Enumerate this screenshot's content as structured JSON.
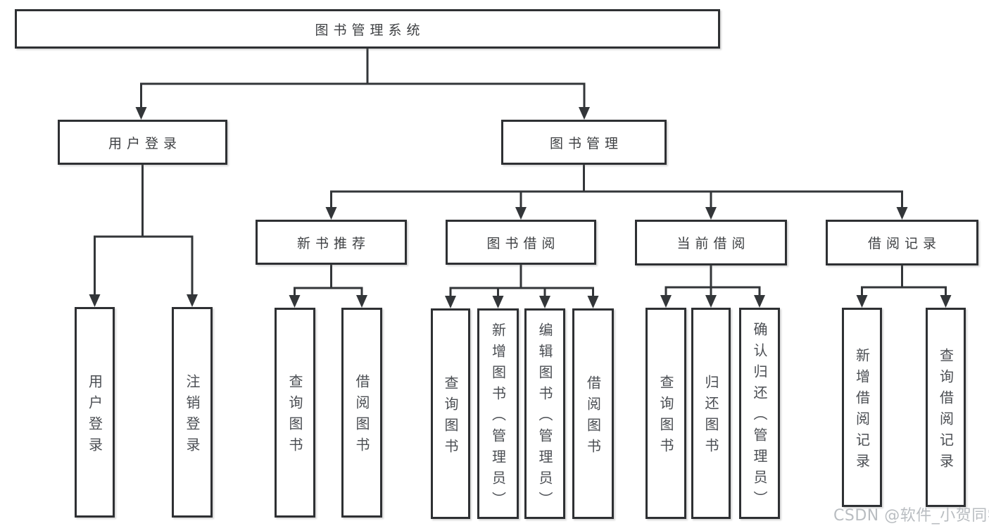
{
  "diagram": {
    "root": {
      "label": "图书管理系统"
    },
    "branches": [
      {
        "label": "用户登录",
        "children": [
          {
            "label": "用户登录"
          },
          {
            "label": "注销登录"
          }
        ]
      },
      {
        "label": "图书管理",
        "children": [
          {
            "label": "新书推荐",
            "children": [
              {
                "label": "查询图书"
              },
              {
                "label": "借阅图书"
              }
            ]
          },
          {
            "label": "图书借阅",
            "children": [
              {
                "label": "查询图书"
              },
              {
                "label": "新增图书（管理员）"
              },
              {
                "label": "编辑图书（管理员）"
              },
              {
                "label": "借阅图书"
              }
            ]
          },
          {
            "label": "当前借阅",
            "children": [
              {
                "label": "查询图书"
              },
              {
                "label": "归还图书"
              },
              {
                "label": "确认归还（管理员）"
              }
            ]
          },
          {
            "label": "借阅记录",
            "children": [
              {
                "label": "新增借阅记录"
              },
              {
                "label": "查询借阅记录"
              }
            ]
          }
        ]
      }
    ]
  },
  "watermark": {
    "text": "CSDN @软件_小贺同学"
  },
  "colors": {
    "line": "#333639",
    "box_border": "#2e3033",
    "heading_text": "#3e4043",
    "vertical_text": "#4b4e53",
    "watermark_text": "#b9bdc1",
    "background": "#ffffff"
  }
}
